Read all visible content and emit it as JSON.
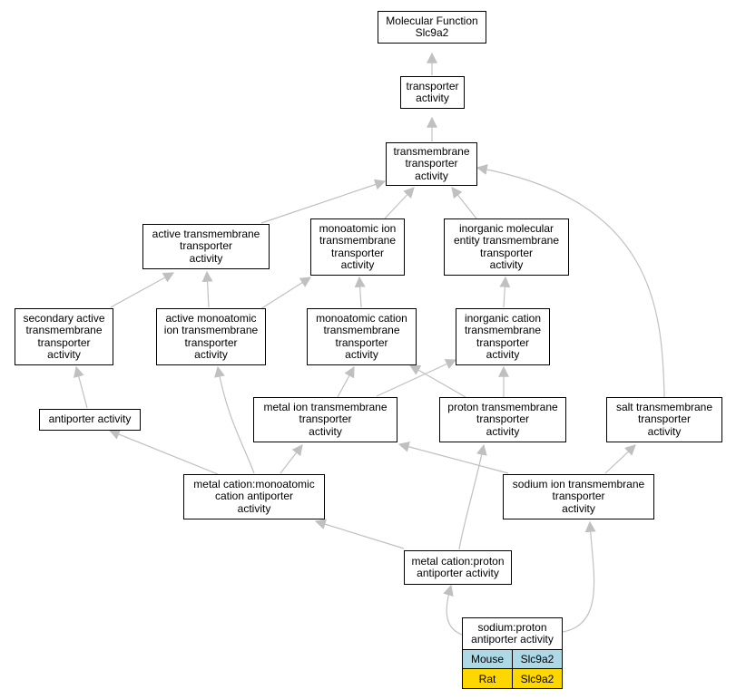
{
  "nodes": {
    "root": "Molecular Function\nSlc9a2",
    "transporter": "transporter\nactivity",
    "tmt": "transmembrane\ntransporter\nactivity",
    "active_tmt": "active transmembrane\ntransporter\nactivity",
    "monoatomic_ion_tmt": "monoatomic ion\ntransmembrane\ntransporter\nactivity",
    "inorganic_molecular": "inorganic molecular\nentity transmembrane\ntransporter\nactivity",
    "secondary_active": "secondary active\ntransmembrane\ntransporter\nactivity",
    "active_monoatomic": "active monoatomic\nion transmembrane\ntransporter\nactivity",
    "monoatomic_cation": "monoatomic cation\ntransmembrane\ntransporter\nactivity",
    "inorganic_cation": "inorganic cation\ntransmembrane\ntransporter\nactivity",
    "antiporter": "antiporter activity",
    "metal_ion": "metal ion transmembrane\ntransporter\nactivity",
    "proton": "proton transmembrane\ntransporter\nactivity",
    "salt": "salt transmembrane\ntransporter\nactivity",
    "metal_cation_monoatomic": "metal cation:monoatomic\ncation antiporter\nactivity",
    "sodium_ion": "sodium ion transmembrane\ntransporter\nactivity",
    "metal_cation_proton": "metal cation:proton\nantiporter activity",
    "sodium_proton": "sodium:proton\nantiporter activity"
  },
  "orthologs": [
    {
      "species": "Mouse",
      "gene": "Slc9a2",
      "color": "#add8e6"
    },
    {
      "species": "Rat",
      "gene": "Slc9a2",
      "color": "#ffd700"
    }
  ],
  "edge_color": "#c0c0c0"
}
